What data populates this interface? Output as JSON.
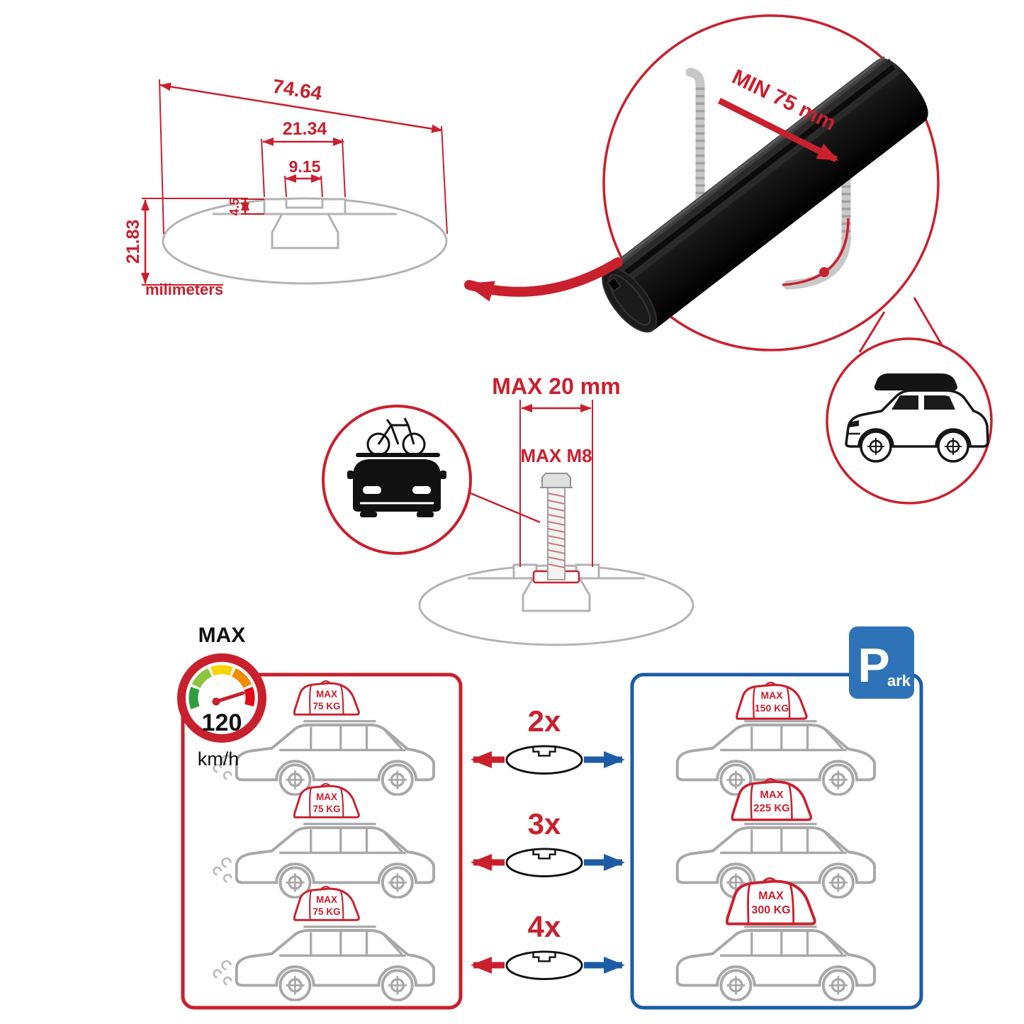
{
  "colors": {
    "accent_red": "#c9202e",
    "accent_blue": "#1d5ba4",
    "outline_gray": "#b3b3b3",
    "bar_black": "#121212"
  },
  "dimension_diagram": {
    "total_width": "74.64",
    "channel_outer_width": "21.34",
    "channel_inner_width": "9.15",
    "lip_depth": "4.5",
    "profile_height": "21.83",
    "units": "milimeters"
  },
  "clamp_detail": {
    "min_grip": "MIN 75 mm"
  },
  "bolt_detail": {
    "max_length": "MAX 20 mm",
    "max_thread": "MAX M8"
  },
  "speed_limit": {
    "label": "MAX",
    "value": "120",
    "unit": "km/h"
  },
  "parking_sign": {
    "letter": "P",
    "rest": "ark"
  },
  "capacity": {
    "multipliers": [
      "2x",
      "3x",
      "4x"
    ],
    "driving": [
      {
        "label": "MAX",
        "weight": "75 KG"
      },
      {
        "label": "MAX",
        "weight": "75 KG"
      },
      {
        "label": "MAX",
        "weight": "75 KG"
      }
    ],
    "parked": [
      {
        "label": "MAX",
        "weight": "150 KG"
      },
      {
        "label": "MAX",
        "weight": "225 KG"
      },
      {
        "label": "MAX",
        "weight": "300 KG"
      }
    ]
  }
}
